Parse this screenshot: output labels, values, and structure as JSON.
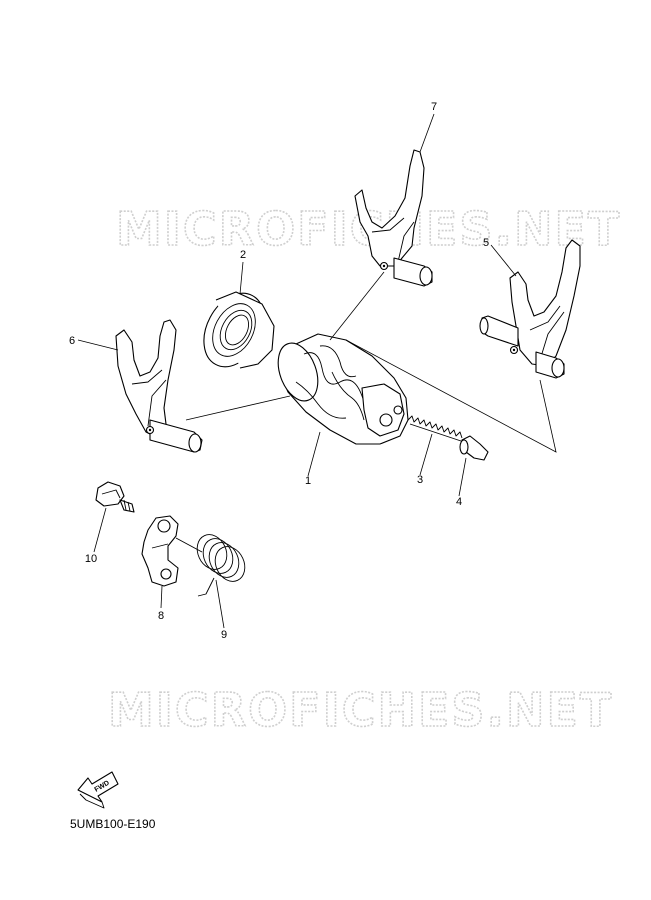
{
  "watermark": {
    "top": "MICROFICHES.NET",
    "bottom": "MICROFICHES.NET"
  },
  "callouts": {
    "c1": "1",
    "c2": "2",
    "c3": "3",
    "c4": "4",
    "c5": "5",
    "c6": "6",
    "c7": "7",
    "c8": "8",
    "c9": "9",
    "c10": "10"
  },
  "fwd_label": "FWD",
  "diagram_code": "5UMB100-E190"
}
